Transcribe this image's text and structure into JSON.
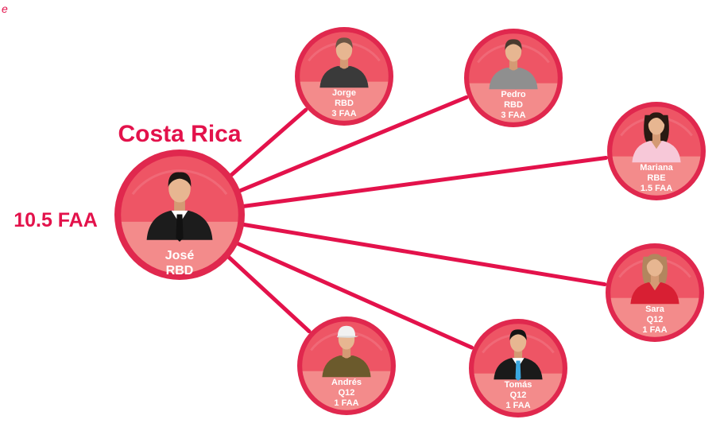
{
  "corner_text": "e",
  "country": "Costa Rica",
  "total": "10.5 FAA",
  "colors": {
    "accent": "#e3124b",
    "ring": "#e0284e",
    "inner": "#ee5565",
    "band": "#f38b8b",
    "line": "#e3124b"
  },
  "center": {
    "name": "José",
    "code": "RBD",
    "person": "man-suit"
  },
  "people": [
    {
      "name": "Jorge",
      "code": "RBD",
      "faa": "3 FAA",
      "person": "man-casual-dark"
    },
    {
      "name": "Pedro",
      "code": "RBD",
      "faa": "3 FAA",
      "person": "man-casual-grey"
    },
    {
      "name": "Mariana",
      "code": "RBE",
      "faa": "1.5 FAA",
      "person": "woman-pink"
    },
    {
      "name": "Sara",
      "code": "Q12",
      "faa": "1 FAA",
      "person": "woman-red"
    },
    {
      "name": "Tomás",
      "code": "Q12",
      "faa": "1 FAA",
      "person": "man-suit-blue-tie"
    },
    {
      "name": "Andrés",
      "code": "Q12",
      "faa": "1 FAA",
      "person": "man-cap-olive"
    }
  ]
}
